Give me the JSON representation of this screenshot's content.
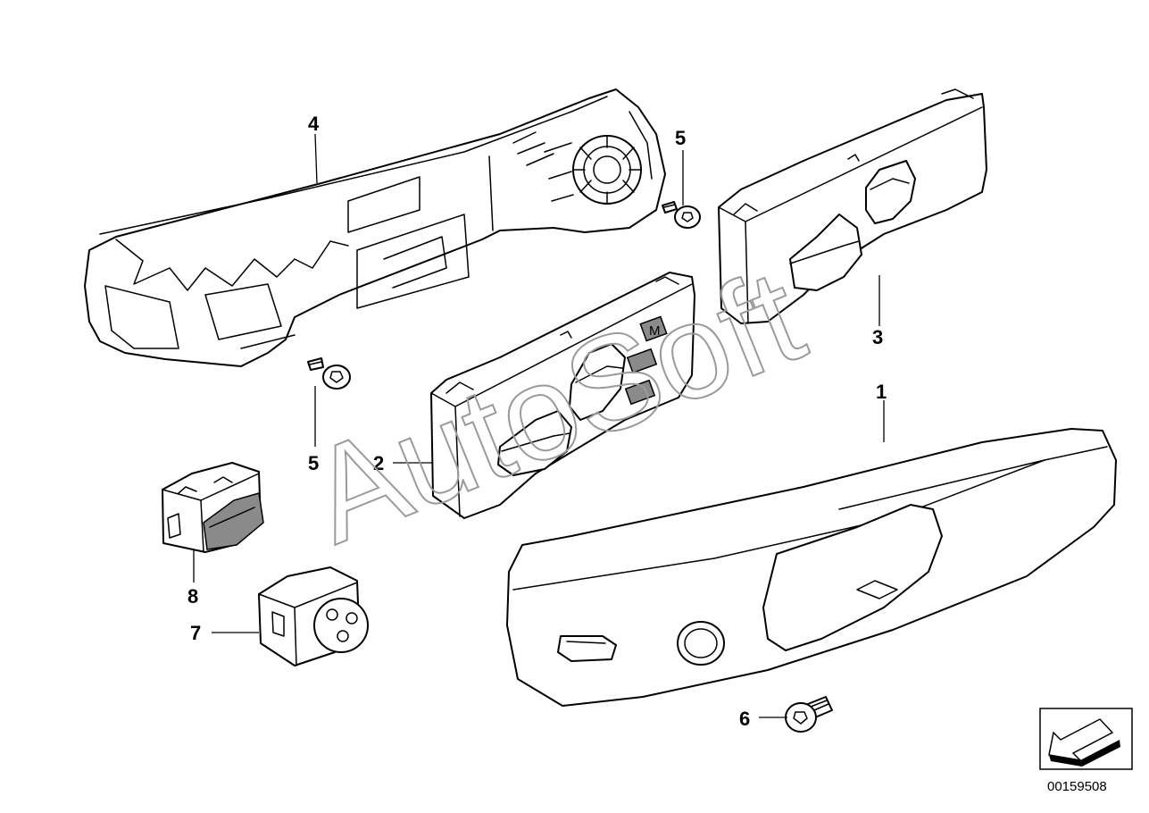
{
  "callouts": {
    "c1": "1",
    "c2": "2",
    "c3": "3",
    "c4": "4",
    "c5a": "5",
    "c5b": "5",
    "c6": "6",
    "c7": "7",
    "c8": "8"
  },
  "reference_number": "00159508",
  "watermark": "AutoSoft",
  "icons": {
    "view_direction": "arrow-direction-icon"
  }
}
